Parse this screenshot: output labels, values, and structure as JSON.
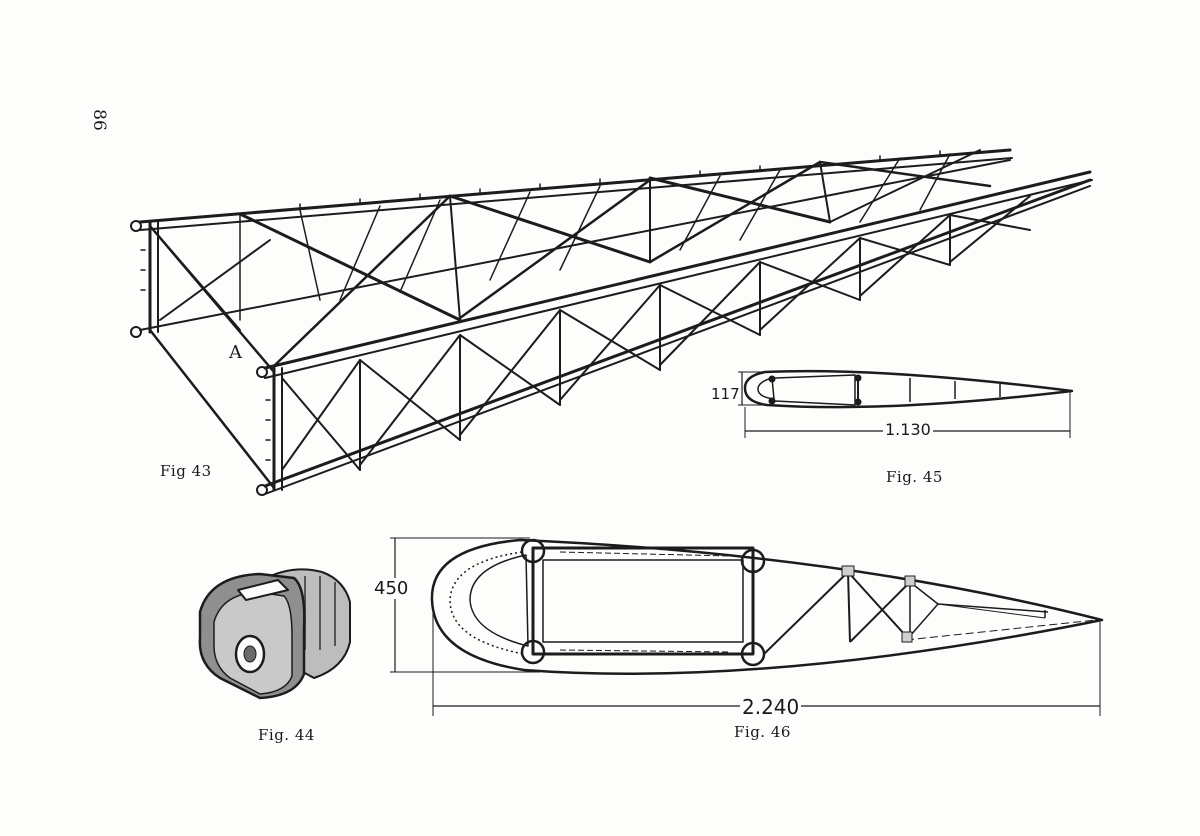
{
  "page": {
    "number": "86"
  },
  "figures": {
    "fig43": {
      "caption": "Fig 43",
      "label": "A"
    },
    "fig44": {
      "caption": "Fig. 44"
    },
    "fig45": {
      "caption": "Fig. 45",
      "height_dim": "117",
      "length_dim": "1.130"
    },
    "fig46": {
      "caption": "Fig. 46",
      "height_dim": "450",
      "length_dim": "2.240"
    }
  }
}
